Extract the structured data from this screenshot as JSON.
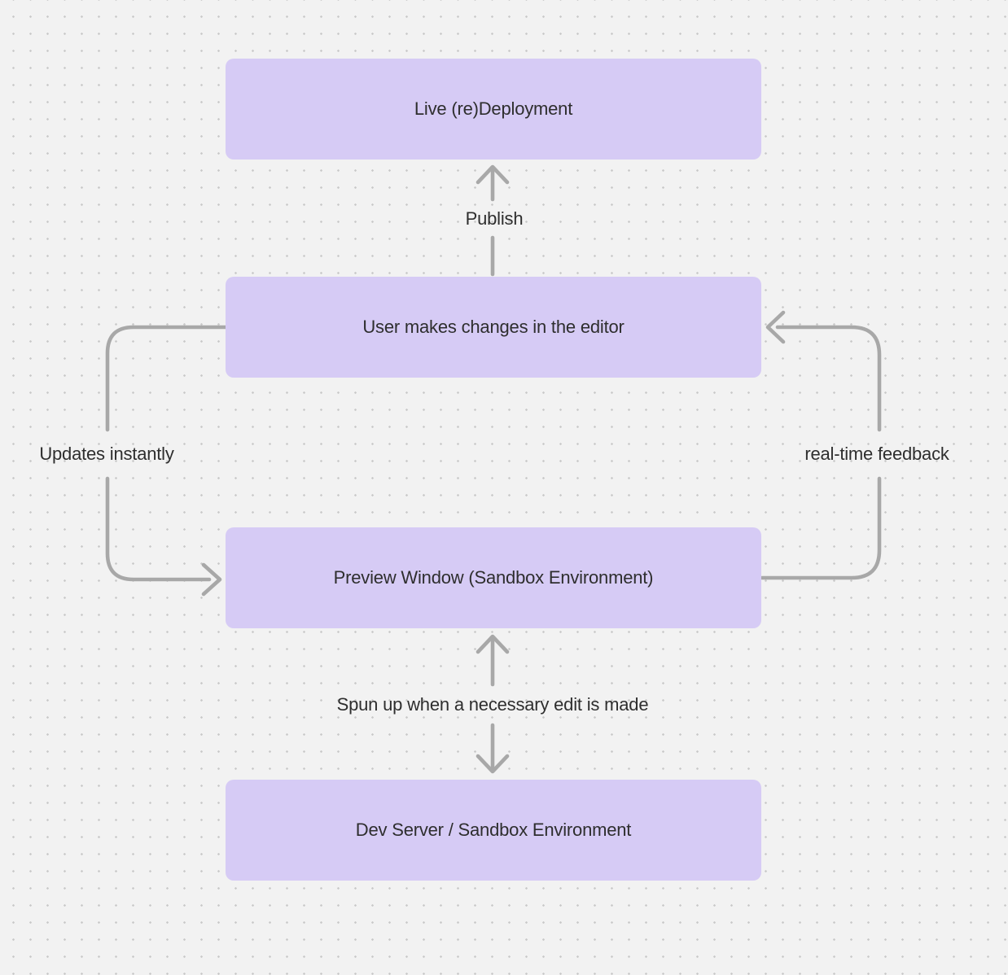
{
  "diagram": {
    "type": "flowchart",
    "colors": {
      "background": "#f2f2f2",
      "grid_dot": "#c9c9c9",
      "node_fill": "#d6cbf5",
      "arrow": "#a8a8a8",
      "text": "#2e2e2e"
    },
    "nodes": [
      {
        "id": "live-deployment",
        "label": "Live (re)Deployment"
      },
      {
        "id": "user-editor",
        "label": "User makes changes in the editor"
      },
      {
        "id": "preview-window",
        "label": "Preview Window (Sandbox Environment)"
      },
      {
        "id": "dev-server",
        "label": "Dev Server / Sandbox Environment"
      }
    ],
    "edges": [
      {
        "id": "publish",
        "label": "Publish",
        "from": "user-editor",
        "to": "live-deployment",
        "direction": "up"
      },
      {
        "id": "updates-instantly",
        "label": "Updates instantly",
        "from": "user-editor",
        "to": "preview-window",
        "direction": "left-loop-down"
      },
      {
        "id": "real-time-feedback",
        "label": "real-time feedback",
        "from": "preview-window",
        "to": "user-editor",
        "direction": "right-loop-up"
      },
      {
        "id": "spun-up",
        "label": "Spun up when a necessary edit is made",
        "from": "preview-window",
        "to": "dev-server",
        "direction": "bidirectional"
      }
    ]
  }
}
